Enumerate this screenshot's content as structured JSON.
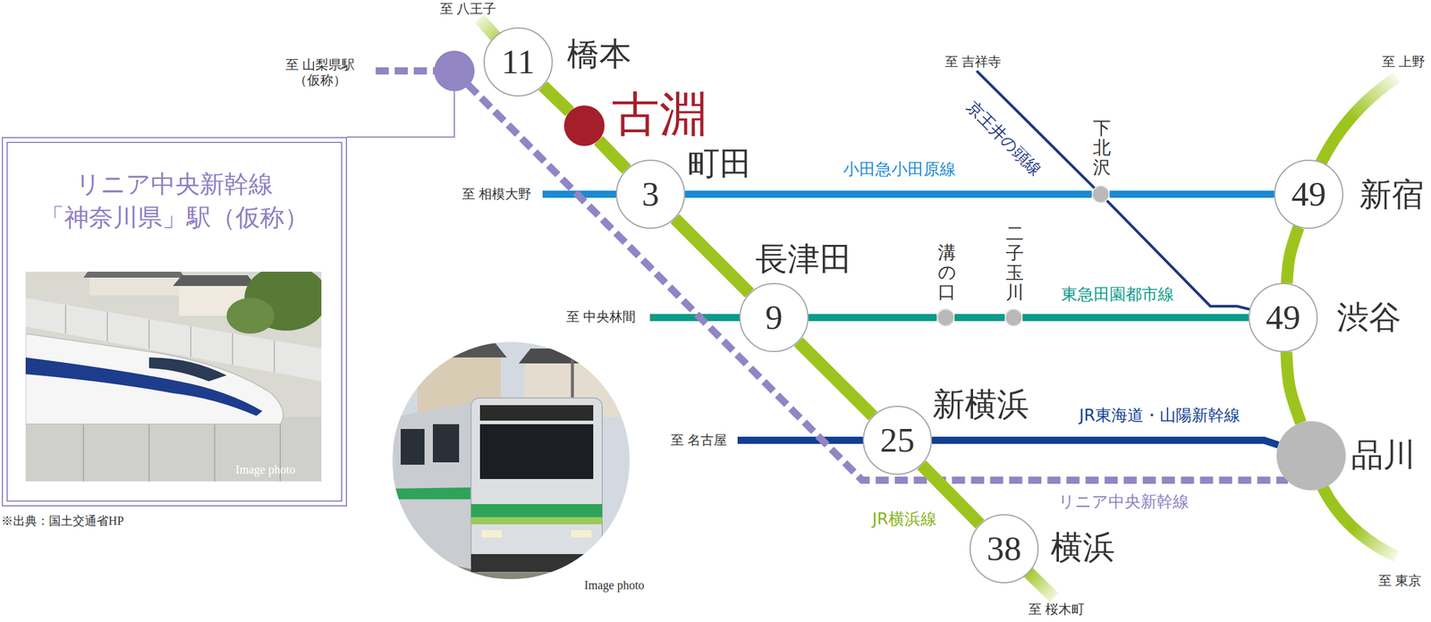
{
  "diagram": {
    "nodes": [
      {
        "text": [
          "11",
          "橋本"
        ]
      },
      {
        "text": [
          "古淵"
        ]
      },
      {
        "text": [
          "3",
          "町田"
        ]
      },
      {
        "text": [
          "下北沢"
        ]
      },
      {
        "text": [
          "49",
          "新宿"
        ]
      },
      {
        "text": [
          "9",
          "長津田"
        ]
      },
      {
        "text": [
          "溝の口"
        ]
      },
      {
        "text": [
          "二子玉川"
        ]
      },
      {
        "text": [
          "49",
          "渋谷"
        ]
      },
      {
        "text": [
          "25",
          "新横浜"
        ]
      },
      {
        "text": [
          "品川"
        ]
      },
      {
        "text": [
          "38",
          "横浜"
        ]
      },
      {
        "text": [
          "リニア中央新幹線 「神奈川県」駅（仮称）"
        ]
      }
    ],
    "edges": [
      {
        "from": 0,
        "to": 1,
        "arrow": "none"
      },
      {
        "from": 1,
        "to": 2,
        "arrow": "none"
      },
      {
        "from": 2,
        "to": 5,
        "arrow": "none"
      },
      {
        "from": 5,
        "to": 9,
        "arrow": "none"
      },
      {
        "from": 9,
        "to": 11,
        "label": "JR横浜線",
        "arrow": "none"
      },
      {
        "from": 2,
        "to": 3,
        "label": "小田急小田原線",
        "arrow": "none"
      },
      {
        "from": 3,
        "to": 4,
        "arrow": "none"
      },
      {
        "from": 3,
        "to": 8,
        "arrow": "none"
      },
      {
        "from": 5,
        "to": 6,
        "arrow": "none"
      },
      {
        "from": 6,
        "to": 7,
        "arrow": "none"
      },
      {
        "from": 7,
        "to": 8,
        "label": "東急田園都市線",
        "arrow": "none"
      },
      {
        "from": 4,
        "to": 8,
        "arrow": "none"
      },
      {
        "from": 8,
        "to": 10,
        "arrow": "none"
      },
      {
        "from": 9,
        "to": 10,
        "label": "JR東海道・山陽新幹線",
        "arrow": "none"
      }
    ],
    "labels": [
      "至 八王子",
      "至 山梨県駅 （仮称）",
      "至 吉祥寺",
      "至 上野",
      "至 相模大野",
      "至 中央林間",
      "至 名古屋",
      "至 東京",
      "至 桜木町",
      "京王井の頭線",
      "リニア中央新幹線",
      "Image photo",
      "※出典：国土交通省HP",
      "Image photo"
    ]
  }
}
